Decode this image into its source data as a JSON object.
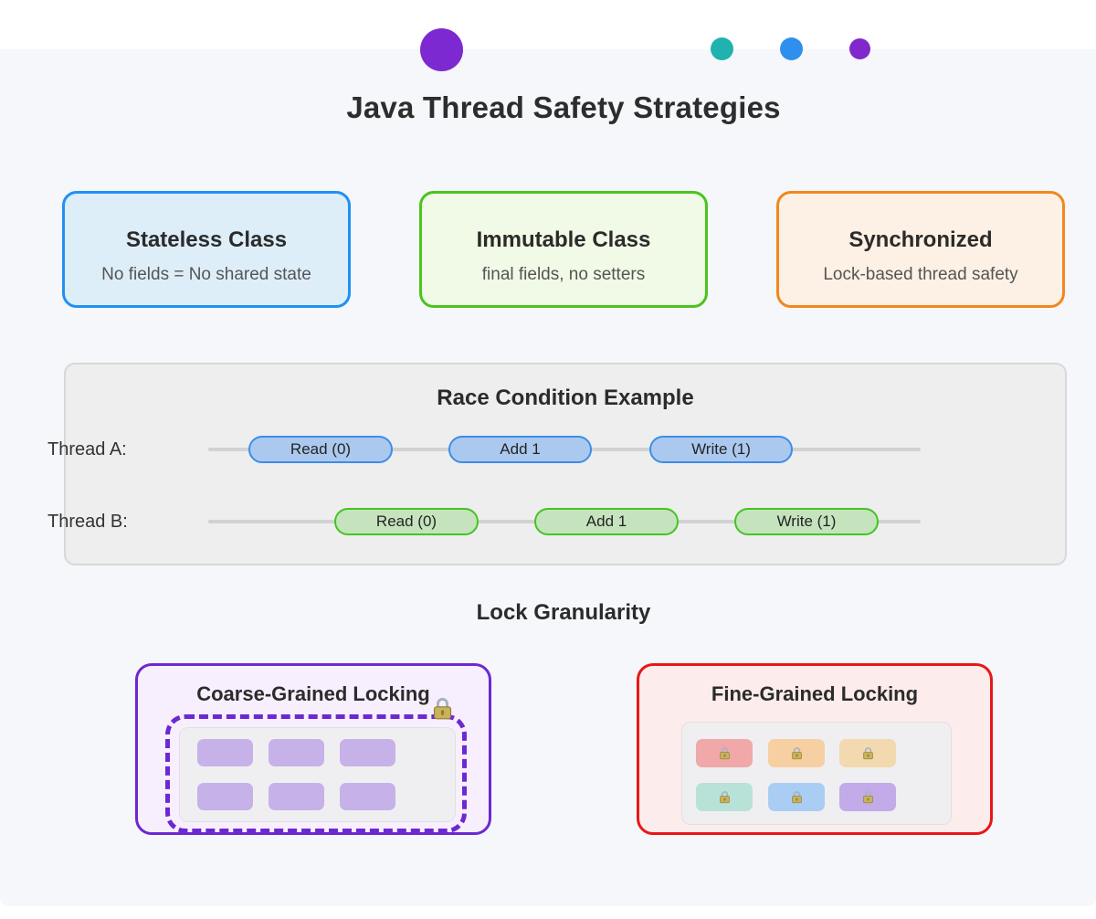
{
  "page": {
    "main_title": "Java Thread Safety Strategies",
    "sheet_color": "#f5f7fa",
    "band_color": "#ffffff"
  },
  "decor": {
    "dots": [
      {
        "name": "large-purple",
        "color": "#7c29d2"
      },
      {
        "name": "teal",
        "color": "#1fb2af"
      },
      {
        "name": "blue",
        "color": "#2f8fef"
      },
      {
        "name": "small-purple",
        "color": "#8128cc"
      }
    ]
  },
  "strategies": [
    {
      "title": "Stateless Class",
      "subtitle": "No fields = No shared state",
      "border_color": "#2190f3",
      "bg_color": "#ddeef9"
    },
    {
      "title": "Immutable Class",
      "subtitle": "final fields, no setters",
      "border_color": "#4ac41e",
      "bg_color": "#f0fae6"
    },
    {
      "title": "Synchronized",
      "subtitle": "Lock-based thread safety",
      "border_color": "#f2871d",
      "bg_color": "#fdf1e5"
    }
  ],
  "race_example": {
    "title": "Race Condition Example",
    "threads": [
      {
        "label": "Thread A:",
        "fill": "#abc9ef",
        "border": "#3d8de8",
        "steps": [
          "Read (0)",
          "Add 1",
          "Write (1)"
        ]
      },
      {
        "label": "Thread B:",
        "fill": "#c5e3bd",
        "border": "#43c522",
        "steps": [
          "Read (0)",
          "Add 1",
          "Write (1)"
        ]
      }
    ]
  },
  "granularity": {
    "title": "Lock Granularity",
    "coarse": {
      "title": "Coarse-Grained Locking",
      "dashed_color": "#6d28d2",
      "cell_color": "#c6b1e9",
      "cell_count": 6,
      "lock_icon": "padlock"
    },
    "fine": {
      "title": "Fine-Grained Locking",
      "border_color": "#e81717",
      "lock_icon": "padlock",
      "cell_colors": [
        "#f0a8a8",
        "#f6cfa2",
        "#f3d9af",
        "#b8e2d8",
        "#aacdf4",
        "#c2abe8"
      ]
    }
  }
}
